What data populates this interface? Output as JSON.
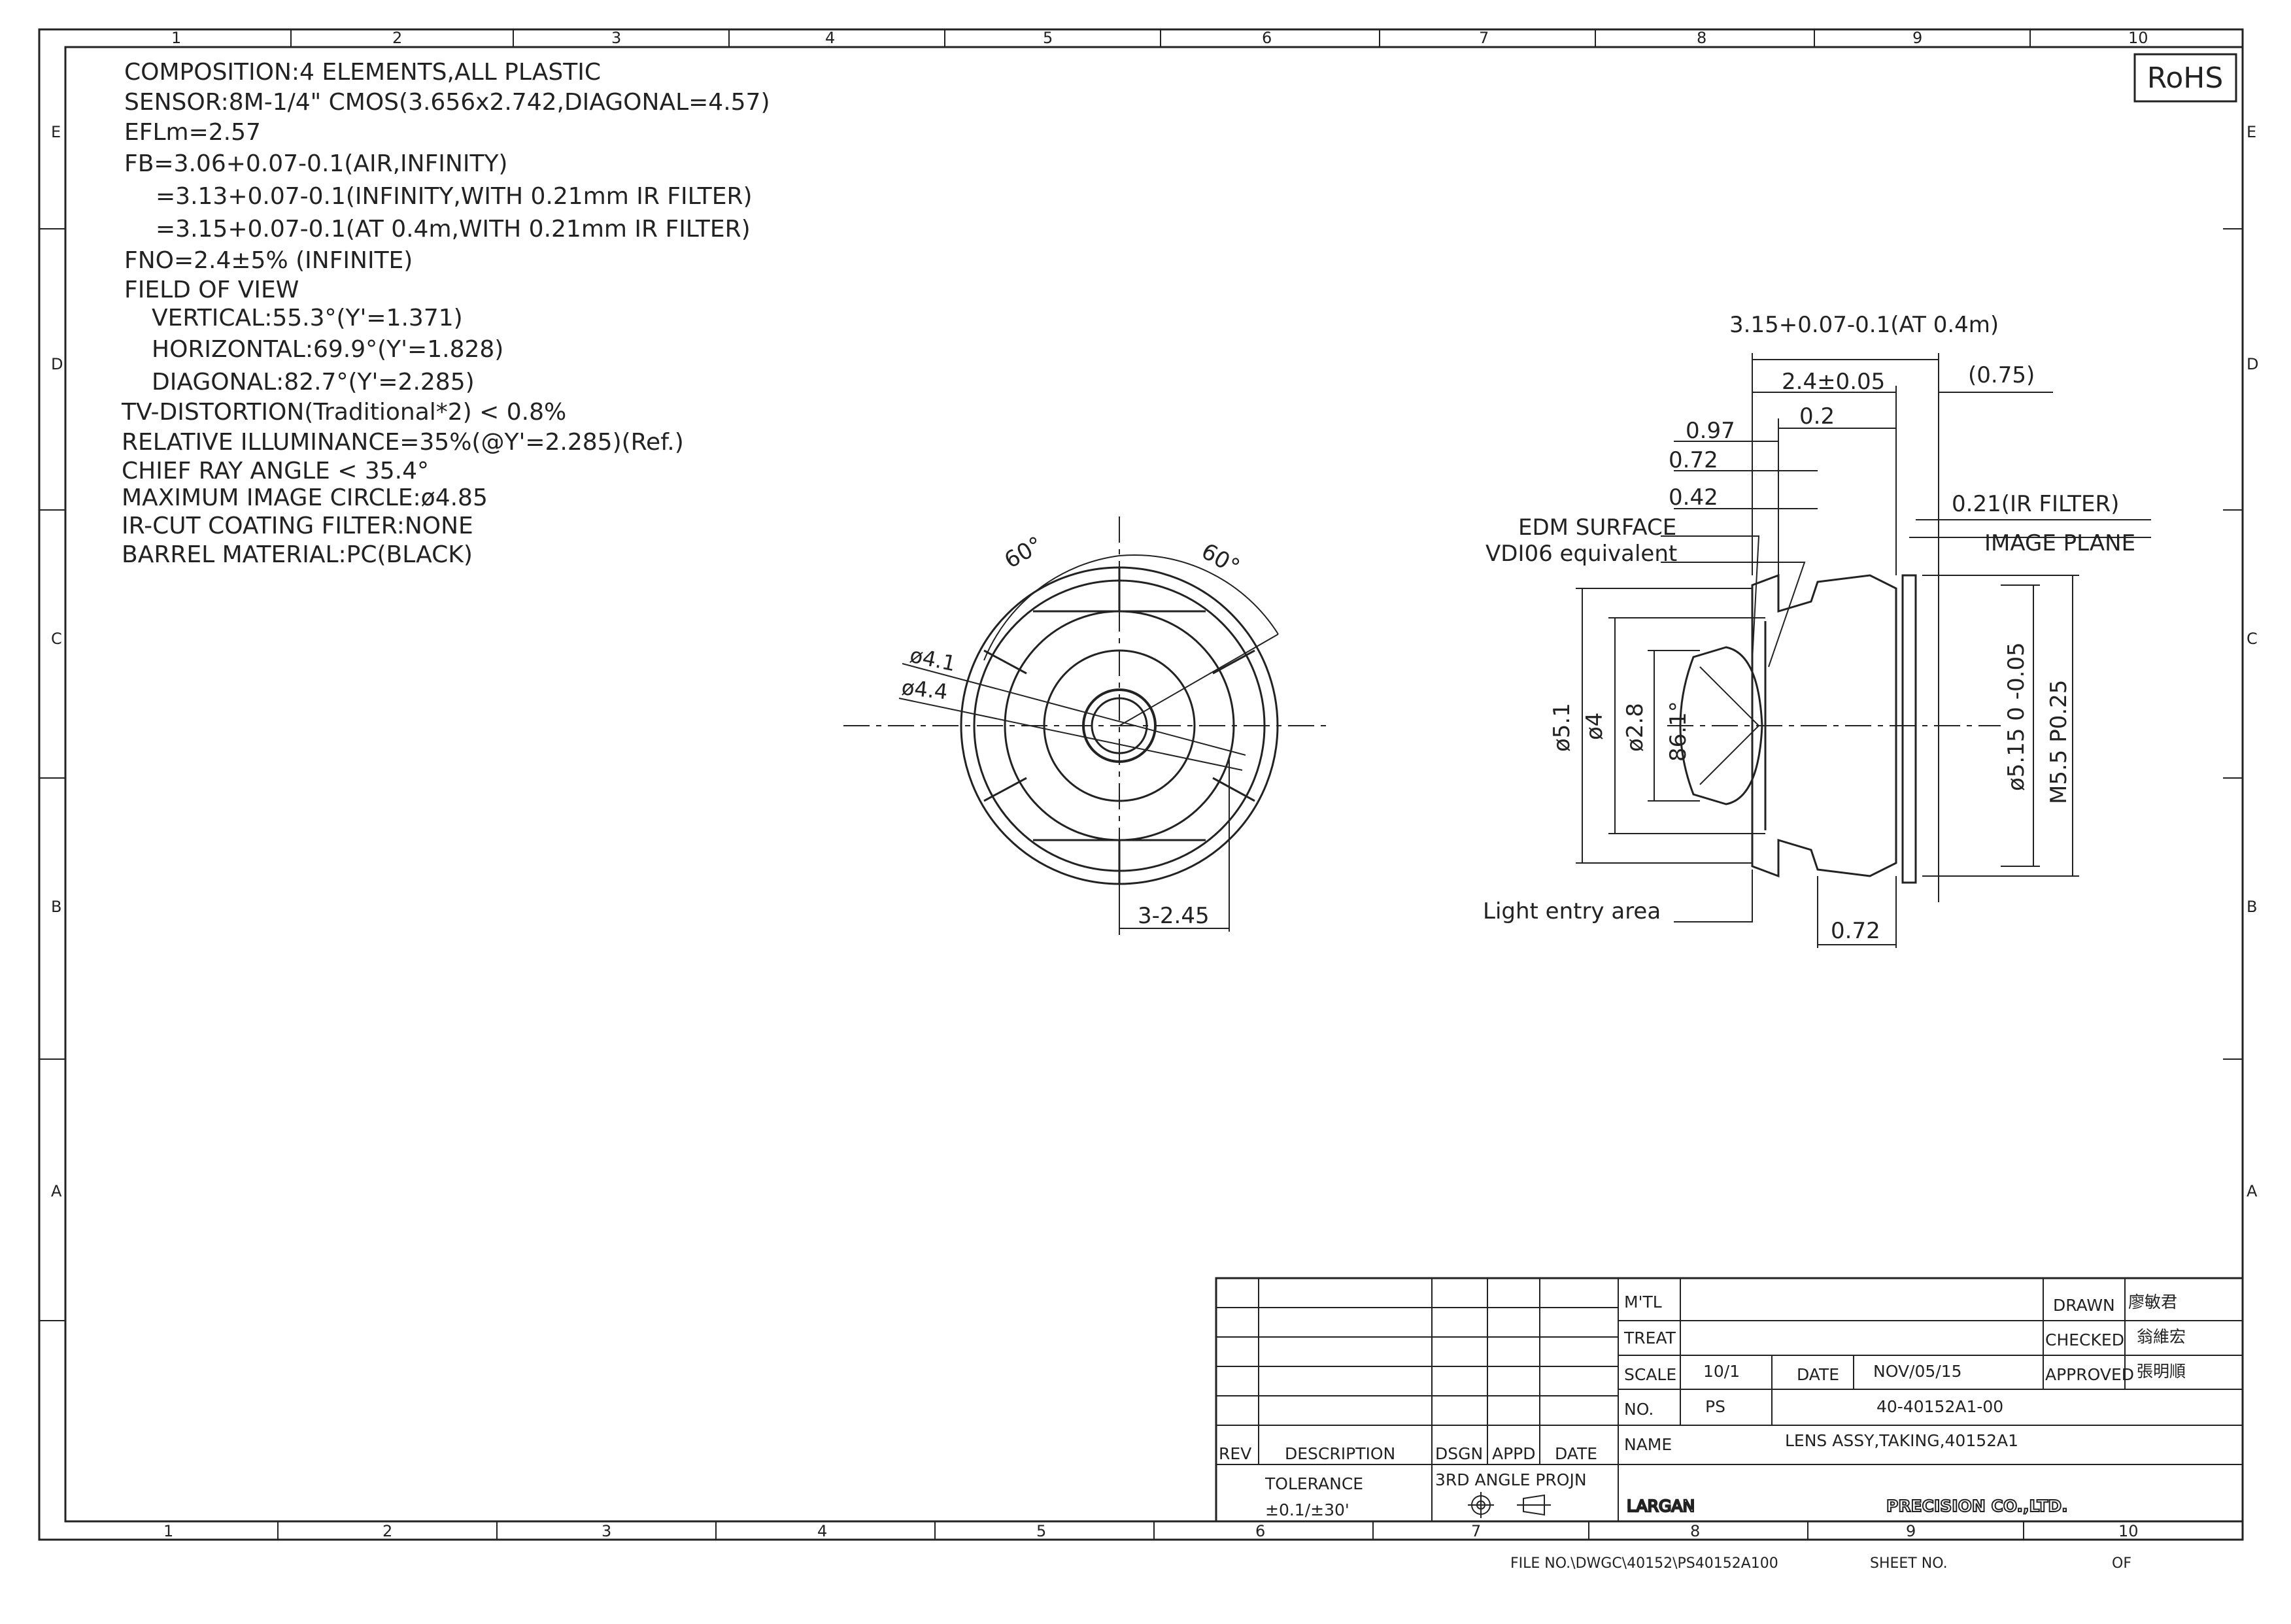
{
  "header": {
    "rohs": "RoHS"
  },
  "grid": {
    "columns": [
      "1",
      "2",
      "3",
      "4",
      "5",
      "6",
      "7",
      "8",
      "9",
      "10"
    ],
    "rows": [
      "E",
      "D",
      "C",
      "B",
      "A"
    ]
  },
  "specs": [
    "COMPOSITION:4 ELEMENTS,ALL PLASTIC",
    "SENSOR:8M-1/4\" CMOS(3.656x2.742,DIAGONAL=4.57)",
    "EFLm=2.57",
    "FB=3.06+0.07-0.1(AIR,INFINITY)",
    "=3.13+0.07-0.1(INFINITY,WITH 0.21mm IR FILTER)",
    "=3.15+0.07-0.1(AT 0.4m,WITH 0.21mm IR FILTER)",
    "FNO=2.4±5% (INFINITE)",
    "FIELD OF VIEW",
    "VERTICAL:55.3°(Y'=1.371)",
    "HORIZONTAL:69.9°(Y'=1.828)",
    "DIAGONAL:82.7°(Y'=2.285)",
    "TV-DISTORTION(Traditional*2) < 0.8%",
    "RELATIVE ILLUMINANCE=35%(@Y'=2.285)(Ref.)",
    "CHIEF RAY ANGLE < 35.4°",
    "MAXIMUM IMAGE CIRCLE:ø4.85",
    "IR-CUT COATING FILTER:NONE",
    "BARREL MATERIAL:PC(BLACK)"
  ],
  "front_view": {
    "angle_left": "60°",
    "angle_right": "60°",
    "dia_outer": "ø4.1",
    "dia_inner": "ø4.4",
    "slot": "3-2.45"
  },
  "side_view": {
    "fb_dim": "3.15+0.07-0.1(AT 0.4m)",
    "len_dim": "2.4±0.05",
    "gap_dim": "(0.75)",
    "d_020": "0.2",
    "d_097": "0.97",
    "d_072": "0.72",
    "d_042": "0.42",
    "ir_filter": "0.21(IR FILTER)",
    "image_plane": "IMAGE PLANE",
    "edm_surface": "EDM SURFACE",
    "vdi": "VDI06 equivalent",
    "dia_51": "ø5.1",
    "dia_4": "ø4",
    "dia_28": "ø2.8",
    "angle_861": "86.1°",
    "dia_515": "ø5.15 0 -0.05",
    "thread": "M5.5 P0.25",
    "light_entry": "Light entry area",
    "bottom_072": "0.72"
  },
  "title_block": {
    "mtl_label": "M'TL",
    "treat_label": "TREAT",
    "scale_label": "SCALE",
    "scale_value": "10/1",
    "date_label": "DATE",
    "date_value": "NOV/05/15",
    "no_label": "NO.",
    "no_prefix": "PS",
    "part_no": "40-40152A1-00",
    "name_label": "NAME",
    "name_value": "LENS ASSY,TAKING,40152A1",
    "drawn_label": "DRAWN",
    "drawn_sig": "廖敏君",
    "checked_label": "CHECKED",
    "checked_sig": "翁維宏",
    "approved_label": "APPROVED",
    "approved_sig": "張明順",
    "rev_label": "REV",
    "description_label": "DESCRIPTION",
    "dsgn_label": "DSGN",
    "appd_label": "APPD",
    "date2_label": "DATE",
    "tolerance_label": "TOLERANCE",
    "tolerance_value": "±0.1/±30'",
    "projection_label": "3RD ANGLE PROJN",
    "company_logo": "LARGAN",
    "company_rest": "PRECISION CO.,LTD."
  },
  "footer": {
    "file_no": "FILE NO.\\DWGC\\40152\\PS40152A100",
    "sheet_no": "SHEET NO.",
    "of": "OF"
  }
}
